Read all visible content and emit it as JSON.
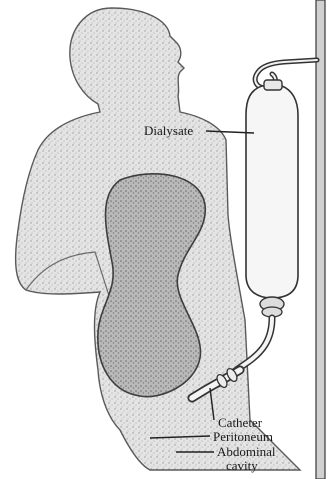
{
  "diagram": {
    "labels": {
      "dialysate": "Dialysate",
      "catheter": "Catheter",
      "peritoneum": "Peritoneum",
      "abdominal": "Abdominal",
      "cavity": "cavity"
    }
  }
}
